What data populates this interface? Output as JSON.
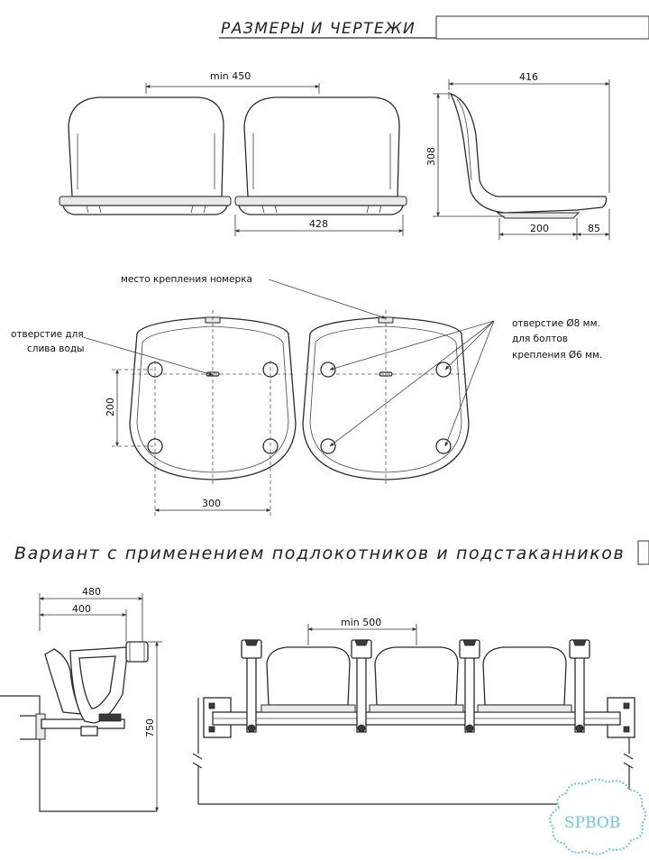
{
  "title": "РАЗМЕРЫ И ЧЕРТЕЖИ",
  "section2_title": "Вариант с применением подлокотников и подстаканников",
  "dimensions": {
    "front_width_min": "min 450",
    "front_total_width": "428",
    "side_depth": "416",
    "side_height": "308",
    "side_base": "200",
    "side_tail": "85",
    "bottom_hole_vertical": "200",
    "bottom_hole_horizontal": "300",
    "armrest_total": "480",
    "armrest_inner": "400",
    "armrest_height": "750",
    "row_pitch_min": "min 500"
  },
  "annotations": {
    "number_plate": "место крепления номерка",
    "drain_hole_line1": "отверстие для",
    "drain_hole_line2": "слива воды",
    "bolt_hole_line1": "отверстие Ø8 мм.",
    "bolt_hole_line2": "для болтов",
    "bolt_hole_line3": "крепления Ø6 мм."
  },
  "logo": {
    "text": "SPBOB",
    "color": "#6bc7da"
  }
}
